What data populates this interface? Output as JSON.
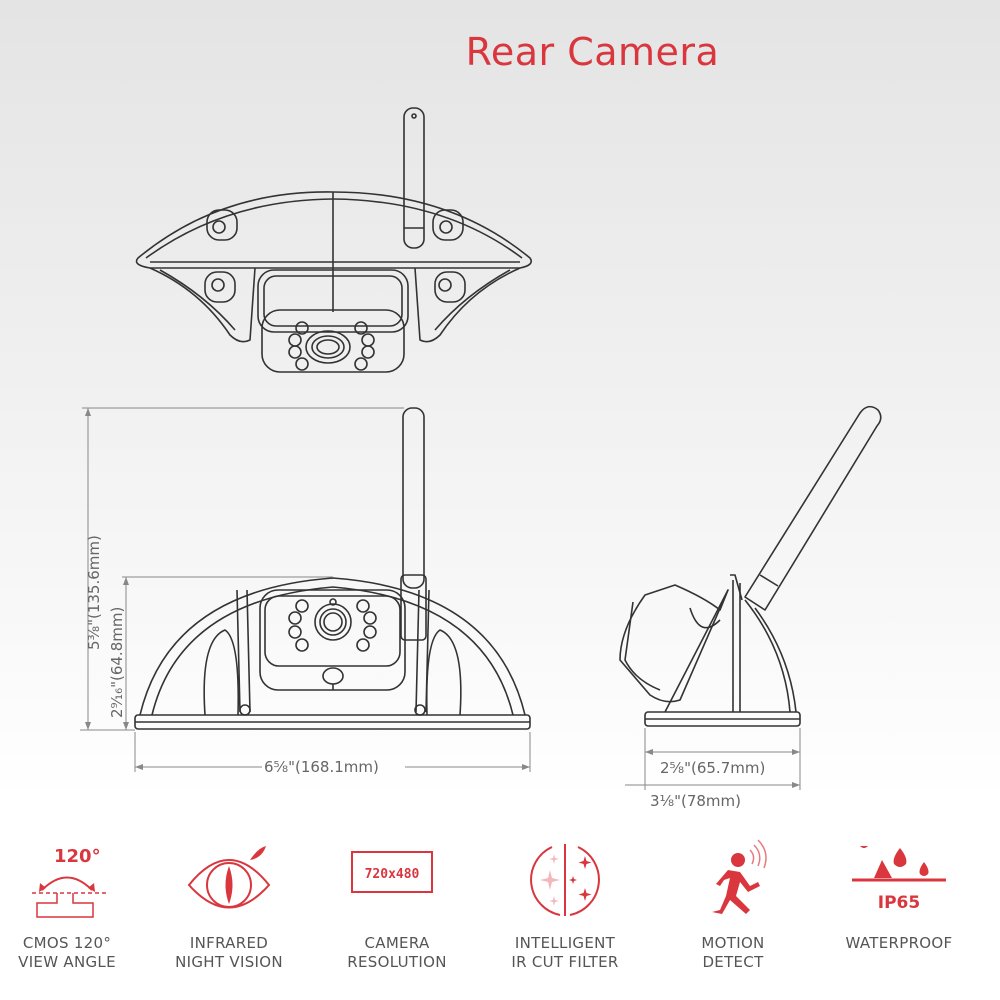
{
  "title": "Rear Camera",
  "colors": {
    "accent": "#d9363e",
    "line": "#333333",
    "dimension_text": "#666666",
    "label_text": "#555555"
  },
  "views": [
    {
      "name": "top-view",
      "description": "Top view of camera with antenna"
    },
    {
      "name": "front-view",
      "description": "Front view with dimensions"
    },
    {
      "name": "side-view",
      "description": "Side view with dimensions"
    }
  ],
  "dimensions": {
    "front_total_height": "5⅜\"(135.6mm)",
    "front_body_height": "2⁹⁄₁₆\"(64.8mm)",
    "front_width": "6⅝\"(168.1mm)",
    "side_base_depth": "2⅝\"(65.7mm)",
    "side_total_depth": "3⅛\"(78mm)"
  },
  "features": [
    {
      "icon": "view-angle-icon",
      "icon_text": "120°",
      "line1": "CMOS 120°",
      "line2": "VIEW ANGLE"
    },
    {
      "icon": "eye-icon",
      "icon_text": "",
      "line1": "INFRARED",
      "line2": "NIGHT VISION"
    },
    {
      "icon": "resolution-icon",
      "icon_text": "720x480",
      "line1": "CAMERA",
      "line2": "RESOLUTION"
    },
    {
      "icon": "ir-filter-icon",
      "icon_text": "",
      "line1": "INTELLIGENT",
      "line2": "IR CUT FILTER"
    },
    {
      "icon": "motion-icon",
      "icon_text": "",
      "line1": "MOTION",
      "line2": "DETECT"
    },
    {
      "icon": "waterproof-icon",
      "icon_text": "IP65",
      "line1": "WATERPROOF",
      "line2": ""
    }
  ]
}
